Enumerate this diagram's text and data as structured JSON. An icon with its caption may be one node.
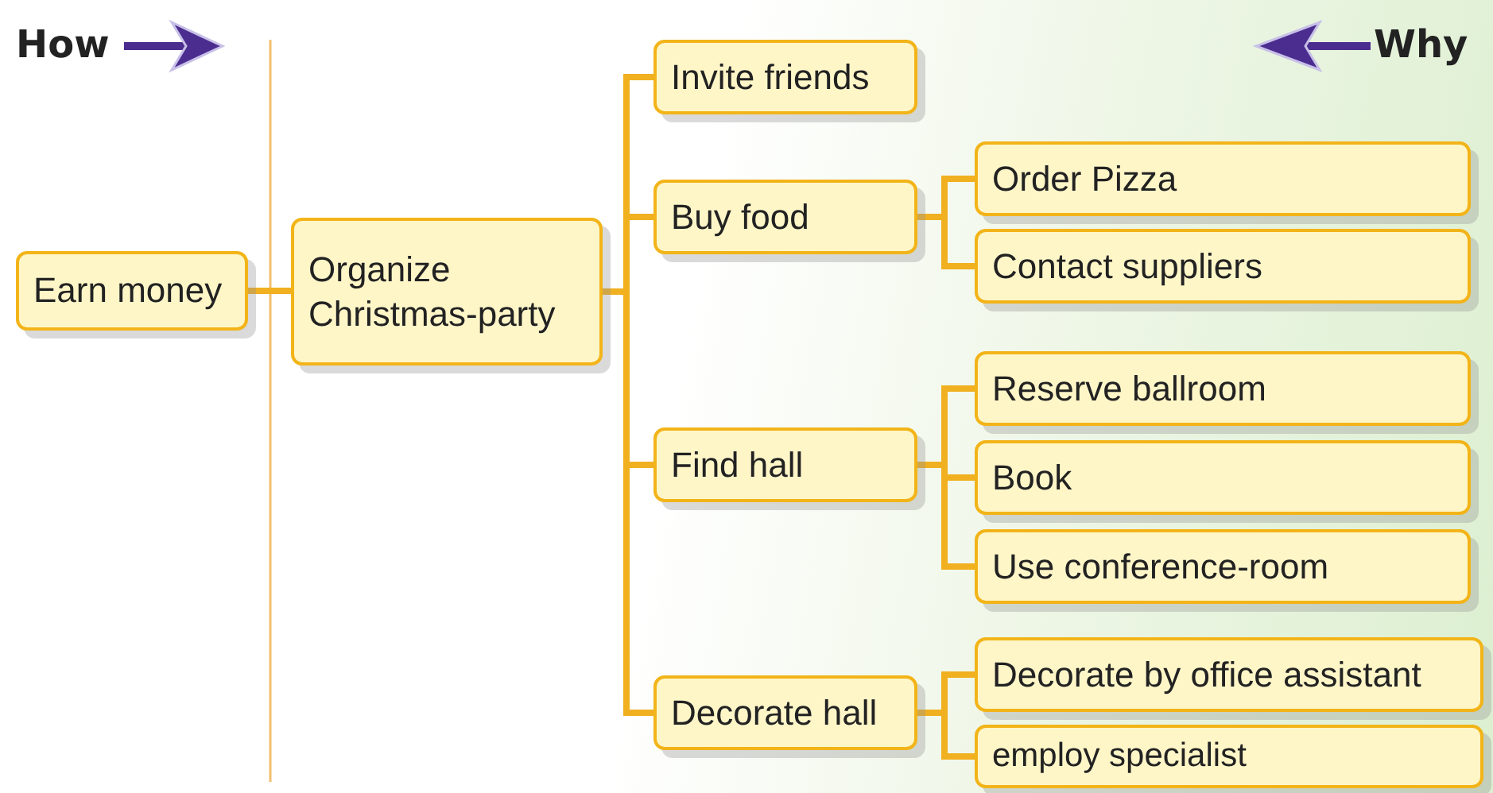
{
  "diagram": {
    "nodes": [
      {
        "text": [
          "Earn money"
        ]
      },
      {
        "text": [
          "Organize Christmas-party"
        ]
      },
      {
        "text": [
          "Invite friends"
        ]
      },
      {
        "text": [
          "Buy food"
        ]
      },
      {
        "text": [
          "Order Pizza"
        ]
      },
      {
        "text": [
          "Contact suppliers"
        ]
      },
      {
        "text": [
          "Find hall"
        ]
      },
      {
        "text": [
          "Reserve ballroom"
        ]
      },
      {
        "text": [
          "Book"
        ]
      },
      {
        "text": [
          "Use conference-room"
        ]
      },
      {
        "text": [
          "Decorate hall"
        ]
      },
      {
        "text": [
          "Decorate by office assistant"
        ]
      },
      {
        "text": [
          "employ specialist"
        ]
      }
    ],
    "edges": [
      {
        "from": 0,
        "to": 1,
        "arrow": "none"
      },
      {
        "from": 1,
        "to": 2,
        "arrow": "none"
      },
      {
        "from": 1,
        "to": 3,
        "arrow": "none"
      },
      {
        "from": 1,
        "to": 6,
        "arrow": "none"
      },
      {
        "from": 1,
        "to": 10,
        "arrow": "none"
      },
      {
        "from": 3,
        "to": 4,
        "arrow": "none"
      },
      {
        "from": 3,
        "to": 5,
        "arrow": "none"
      },
      {
        "from": 6,
        "to": 7,
        "arrow": "none"
      },
      {
        "from": 6,
        "to": 8,
        "arrow": "none"
      },
      {
        "from": 6,
        "to": 9,
        "arrow": "none"
      },
      {
        "from": 10,
        "to": 11,
        "arrow": "none"
      },
      {
        "from": 10,
        "to": 12,
        "arrow": "none"
      }
    ],
    "labels": [
      "How",
      "Why"
    ]
  }
}
